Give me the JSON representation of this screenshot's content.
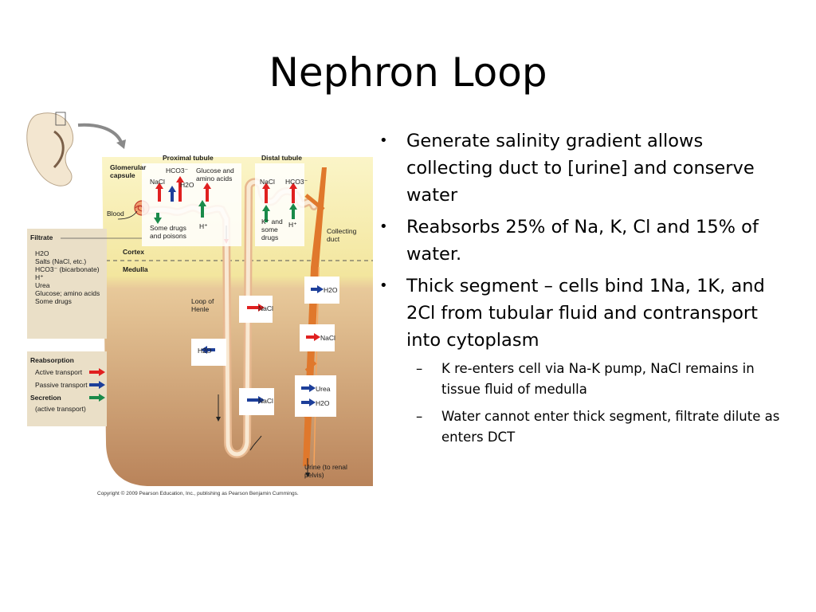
{
  "slide": {
    "title": "Nephron Loop"
  },
  "figure": {
    "labels": {
      "proximal_tubule": "Proximal tubule",
      "distal_tubule": "Distal tubule",
      "glomerular_capsule": "Glomerular capsule",
      "nacl_1": "NaCl",
      "hco3_1": "HCO3⁻",
      "h2o_1": "H2O",
      "glucose": "Glucose and amino acids",
      "blood": "Blood",
      "some_drugs_poisons": "Some drugs and poisons",
      "h_plus_1": "H⁺",
      "nacl_2": "NaCl",
      "hco3_2": "HCO3⁻",
      "k_some_drugs": "K⁺ and some drugs",
      "h_plus_2": "H⁺",
      "collecting_duct": "Collecting duct",
      "cortex": "Cortex",
      "medulla": "Medulla",
      "loop_of_henle": "Loop of Henle",
      "urine": "Urine (to renal pelvis)",
      "box_nacl_a": "NaCl",
      "box_h2o_a": "H2O",
      "box_nacl_b": "NaCl",
      "box_h2o_b": "H2O",
      "box_nacl_c": "NaCl",
      "box_urea": "Urea",
      "box_h2o_c": "H2O",
      "copyright": "Copyright © 2009 Pearson Education, Inc., publishing as Pearson Benjamin Cummings."
    },
    "filtrate_legend": {
      "title": "Filtrate",
      "items": [
        "H2O",
        "Salts (NaCl, etc.)",
        "HCO3⁻ (bicarbonate)",
        "H⁺",
        "Urea",
        "Glucose; amino acids",
        "Some drugs"
      ]
    },
    "transport_legend": {
      "reabsorption": "Reabsorption",
      "active": "Active transport",
      "passive": "Passive transport",
      "secretion": "Secretion",
      "secretion_sub": "(active transport)"
    },
    "colors": {
      "active": "#e02020",
      "passive": "#1d3f9a",
      "secretion": "#1a8a4a",
      "cortex": "#f6eeaa",
      "medulla": "#c9946a",
      "tubule": "#f4dcc0",
      "duct": "#e0782c"
    }
  },
  "bullets": [
    {
      "text": "Generate salinity gradient allows collecting duct to [urine] and conserve water"
    },
    {
      "text": "Reabsorbs 25% of Na, K, Cl and 15% of water."
    },
    {
      "text": "Thick segment – cells bind 1Na, 1K, and 2Cl from tubular fluid and contransport into cytoplasm"
    }
  ],
  "sub_bullets": [
    {
      "text": "K re-enters cell via Na-K pump, NaCl remains in tissue fluid of medulla"
    },
    {
      "text": "Water cannot enter thick segment, filtrate dilute as enters DCT"
    }
  ],
  "markers": {
    "bullet": "•",
    "dash": "–"
  }
}
